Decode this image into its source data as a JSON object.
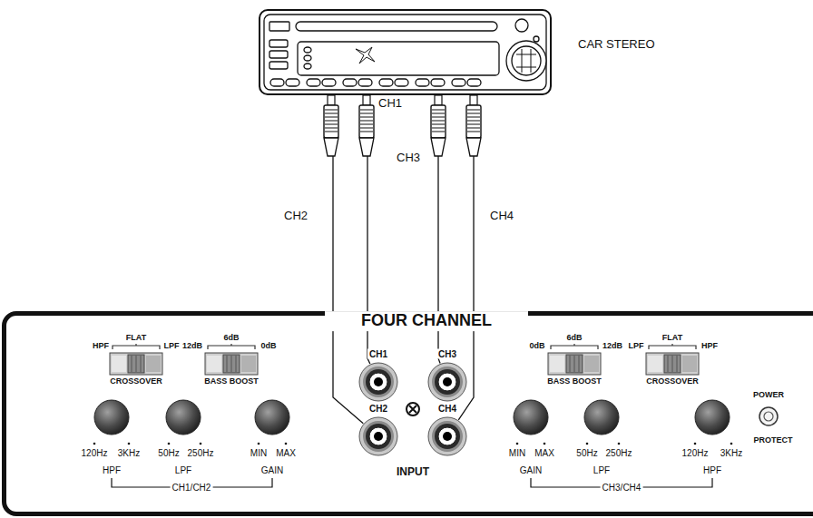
{
  "diagram": {
    "nodes": [
      {
        "text": [
          "CAR STEREO"
        ]
      },
      {
        "text": [
          "FOUR CHANNEL"
        ]
      },
      {
        "text": [
          "CH1"
        ],
        "in": 1
      },
      {
        "text": [
          "CH3"
        ],
        "in": 1
      },
      {
        "text": [
          "CH2"
        ],
        "in": 1
      },
      {
        "text": [
          "CH4"
        ],
        "in": 1
      }
    ],
    "edges": [
      {
        "from": 0,
        "to": 2,
        "label": "CH1",
        "arrow": "none"
      },
      {
        "from": 0,
        "to": 4,
        "label": "CH2",
        "arrow": "none"
      },
      {
        "from": 0,
        "to": 3,
        "label": "CH3",
        "arrow": "none"
      },
      {
        "from": 0,
        "to": 5,
        "label": "CH4",
        "arrow": "none"
      }
    ],
    "labels": [
      "HPF",
      "FLAT",
      "LPF",
      "CROSSOVER",
      "12dB",
      "6dB",
      "0dB",
      "BASS BOOST",
      "120Hz",
      "3KHz",
      "HPF",
      "50Hz",
      "250Hz",
      "LPF",
      "MIN",
      "MAX",
      "GAIN",
      "CH1/CH2",
      "INPUT",
      "0dB",
      "6dB",
      "12dB",
      "BASS BOOST",
      "LPF",
      "FLAT",
      "HPF",
      "CROSSOVER",
      "MIN",
      "MAX",
      "GAIN",
      "50Hz",
      "250Hz",
      "LPF",
      "120Hz",
      "3KHz",
      "HPF",
      "CH3/CH4",
      "POWER",
      "PROTECT"
    ]
  }
}
